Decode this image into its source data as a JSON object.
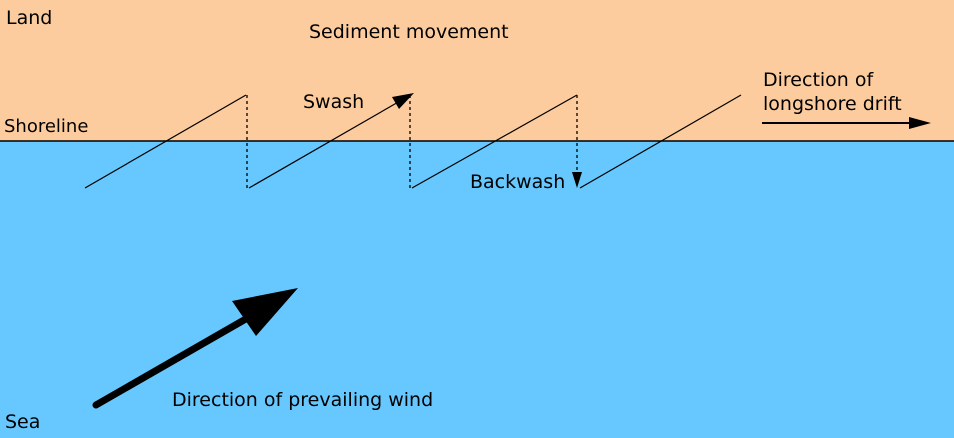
{
  "colors": {
    "land": "#fdcc9e",
    "sea": "#66c8ff",
    "ink": "#000000"
  },
  "labels": {
    "land": "Land",
    "sediment_movement": "Sediment movement",
    "swash": "Swash",
    "shoreline": "Shoreline",
    "backwash": "Backwash",
    "longshore_drift_line1": "Direction of",
    "longshore_drift_line2": "longshore drift",
    "prevailing_wind": "Direction of prevailing wind",
    "sea": "Sea"
  }
}
